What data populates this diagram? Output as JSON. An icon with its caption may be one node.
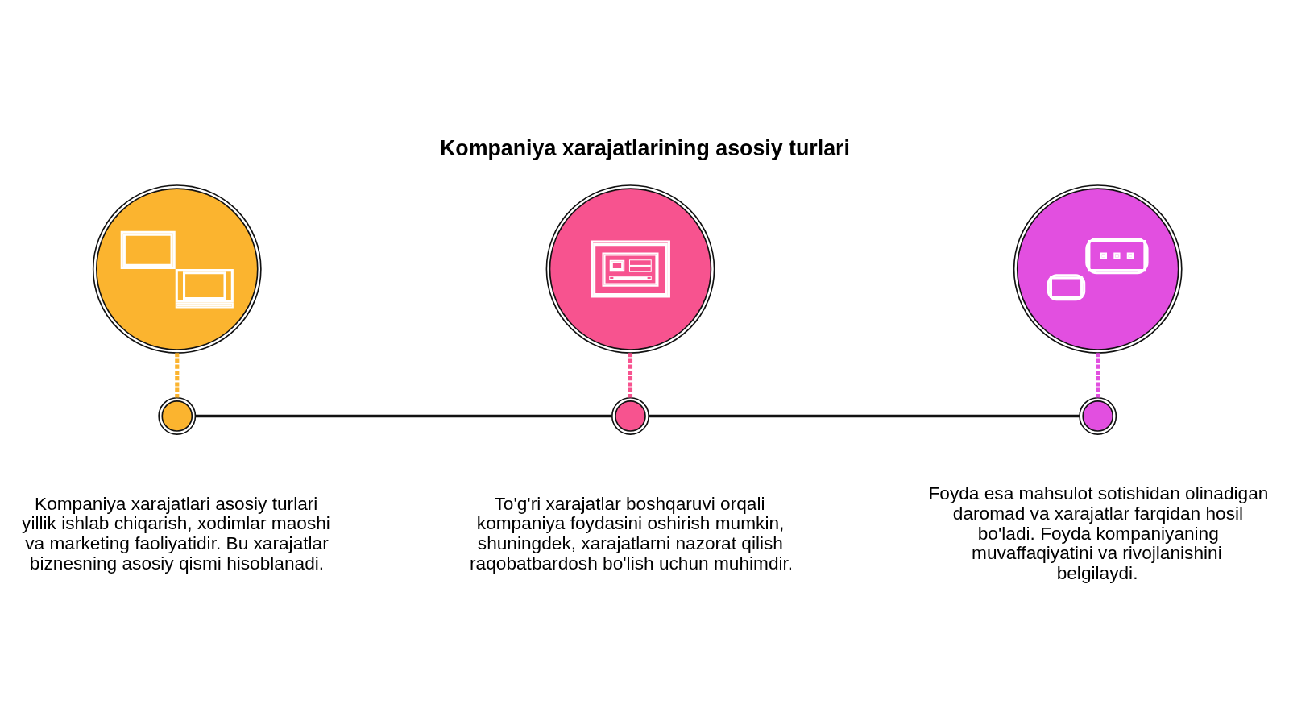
{
  "diagram": {
    "title": "Kompaniya xarajatlarining asosiy turlari",
    "nodes": [
      {
        "text": [],
        "shape": "picture"
      },
      {
        "text": [],
        "shape": "picture"
      },
      {
        "text": [],
        "shape": "picture"
      },
      {
        "text": [],
        "shape": "circle",
        "beside": [
          "Kompaniya xarajatlari asosiy turlari yillik ishlab chiqarish, xodimlar maoshi va marketing faoliyatidir. Bu xarajatlar biznesning asosiy qismi hisoblanadi."
        ]
      },
      {
        "text": [],
        "shape": "circle",
        "beside": [
          "To'g'ri xarajatlar boshqaruvi orqali kompaniya foydasini oshirish mumkin, shuningdek, xarajatlarni nazorat qilish raqobatbardosh bo'lish uchun muhimdir."
        ]
      },
      {
        "text": [],
        "shape": "circle",
        "beside": [
          "Foyda esa mahsulot sotishidan olinadigan daromad va xarajatlar farqidan hosil bo'ladi. Foyda kompaniyaning muvaffaqiyatini va rivojlanishini belgilaydi."
        ]
      }
    ],
    "edges": [
      {
        "from": 0,
        "to": 3,
        "arrow": "none",
        "style": "dashed",
        "color": "#fbb42f"
      },
      {
        "from": 1,
        "to": 4,
        "arrow": "none",
        "style": "dashed",
        "color": "#f7538f"
      },
      {
        "from": 2,
        "to": 5,
        "arrow": "none",
        "style": "dashed",
        "color": "#e24fe0"
      },
      {
        "from": 3,
        "to": 4,
        "arrow": "none"
      },
      {
        "from": 4,
        "to": 5,
        "arrow": "none"
      }
    ]
  }
}
